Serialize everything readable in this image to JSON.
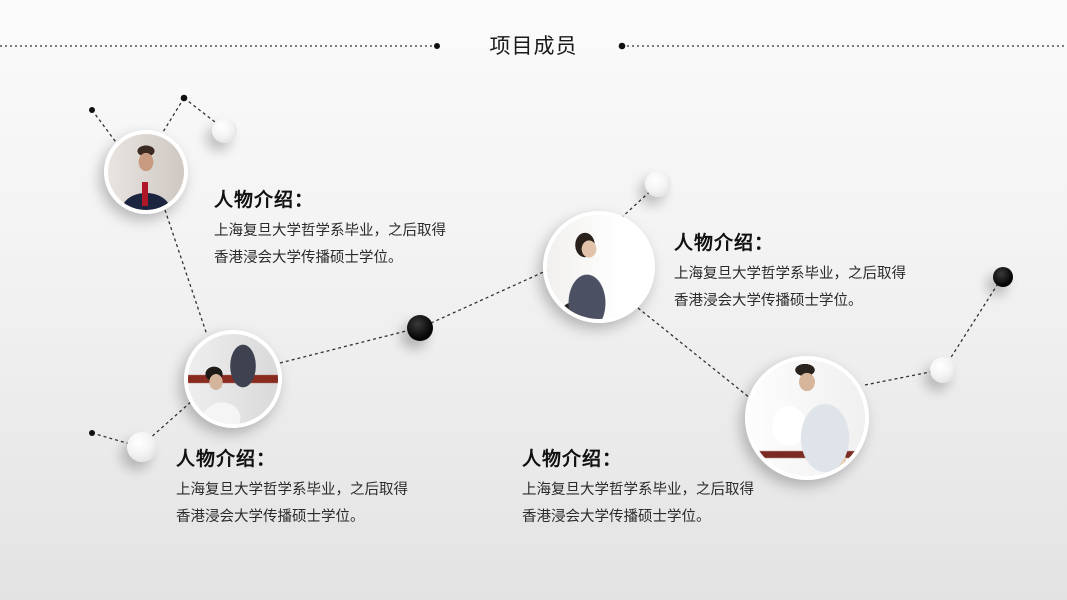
{
  "slide": {
    "title": "项目成员",
    "background": {
      "top": "#fbfbfb",
      "bottom": "#e3e3e3"
    }
  },
  "members": [
    {
      "photo_desc": "man in suit with red tie",
      "heading": "人物介绍：",
      "lines": [
        "上海复旦大学哲学系毕业，之后取得",
        "香港浸会大学传播硕士学位。"
      ]
    },
    {
      "photo_desc": "woman in gray suit at desk",
      "heading": "人物介绍：",
      "lines": [
        "上海复旦大学哲学系毕业，之后取得",
        "香港浸会大学传播硕士学位。"
      ]
    },
    {
      "photo_desc": "two colleagues reviewing documents",
      "heading": "人物介绍：",
      "lines": [
        "上海复旦大学哲学系毕业，之后取得",
        "香港浸会大学传播硕士学位。"
      ]
    },
    {
      "photo_desc": "man in white shirt holding papers",
      "heading": "人物介绍：",
      "lines": [
        "上海复旦大学哲学系毕业，之后取得",
        "香港浸会大学传播硕士学位。"
      ]
    }
  ],
  "colors": {
    "accent": "#000000",
    "text": "#2a2a2a",
    "line": "#333333"
  }
}
